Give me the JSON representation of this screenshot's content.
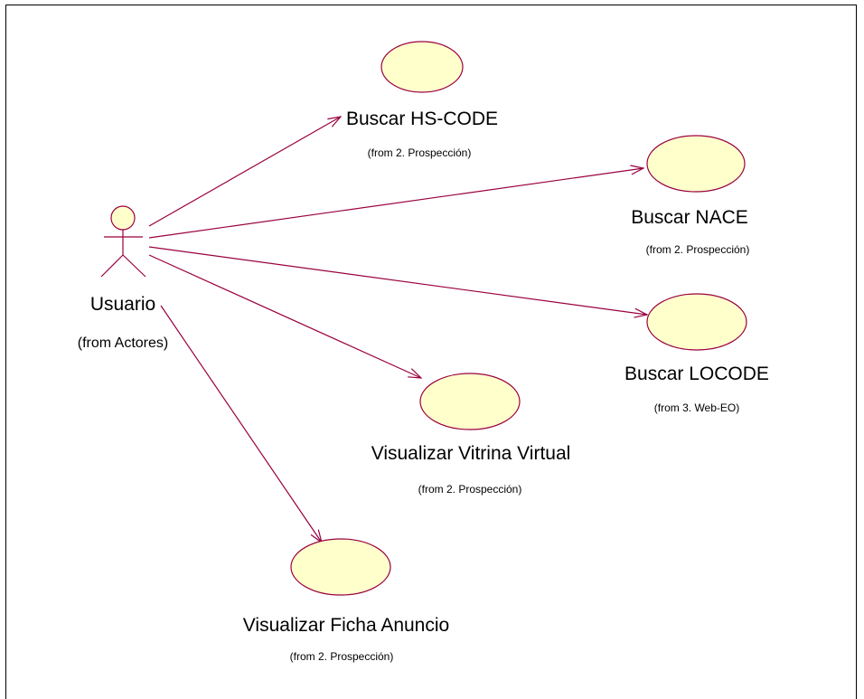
{
  "colors": {
    "line": "#99003F",
    "use_case_fill": "#FFFFCC",
    "frame": "#000000"
  },
  "actor": {
    "name": "Usuario",
    "from": "(from Actores)",
    "icon": "stick-figure-actor-icon"
  },
  "use_cases": [
    {
      "name": "Buscar HS-CODE",
      "from": "(from 2. Prospección)"
    },
    {
      "name": "Buscar NACE",
      "from": "(from 2. Prospección)"
    },
    {
      "name": "Buscar LOCODE",
      "from": "(from 3. Web-EO)"
    },
    {
      "name": "Visualizar Vitrina Virtual",
      "from": "(from 2. Prospección)"
    },
    {
      "name": "Visualizar Ficha Anuncio",
      "from": "(from 2. Prospección)"
    }
  ],
  "associations": [
    {
      "from": "Usuario",
      "to": "Buscar HS-CODE"
    },
    {
      "from": "Usuario",
      "to": "Buscar NACE"
    },
    {
      "from": "Usuario",
      "to": "Buscar LOCODE"
    },
    {
      "from": "Usuario",
      "to": "Visualizar Vitrina Virtual"
    },
    {
      "from": "Usuario",
      "to": "Visualizar Ficha Anuncio"
    }
  ]
}
